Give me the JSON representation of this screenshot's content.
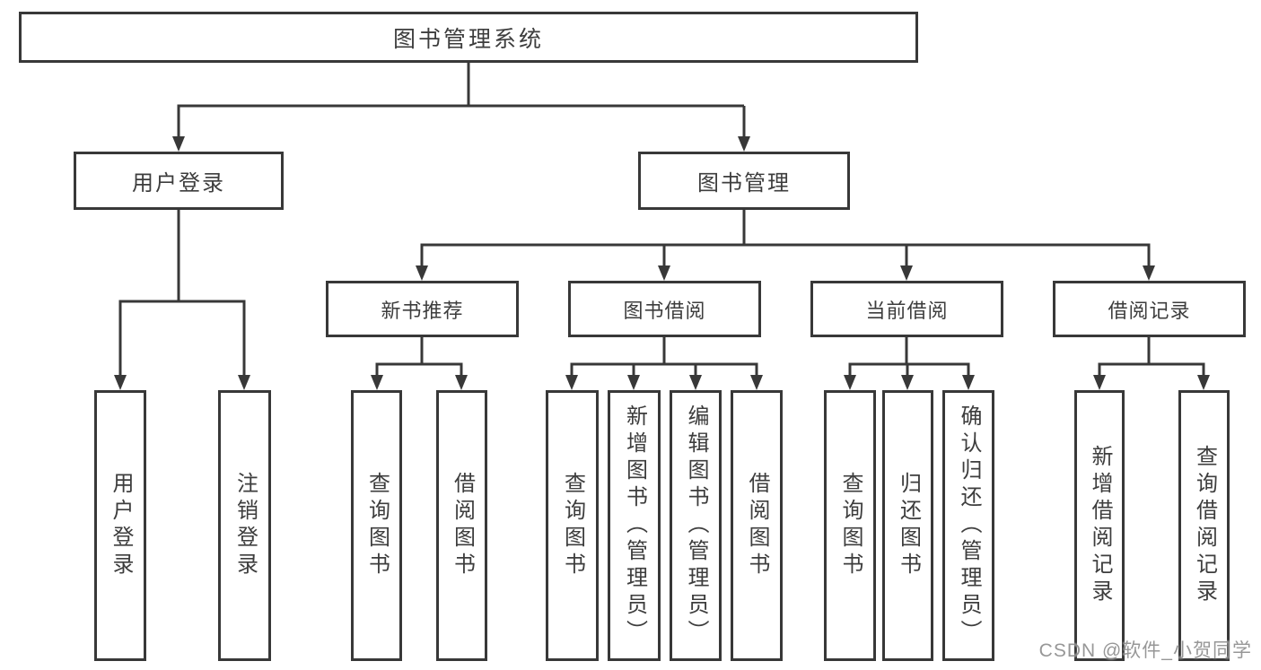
{
  "tree": {
    "label": "图书管理系统",
    "children": [
      {
        "label": "用户登录",
        "children": [
          {
            "label": "用户登录"
          },
          {
            "label": "注销登录"
          }
        ]
      },
      {
        "label": "图书管理",
        "children": [
          {
            "label": "新书推荐",
            "children": [
              {
                "label": "查询图书"
              },
              {
                "label": "借阅图书"
              }
            ]
          },
          {
            "label": "图书借阅",
            "children": [
              {
                "label": "查询图书"
              },
              {
                "label": "新增图书（管理员）"
              },
              {
                "label": "编辑图书（管理员）"
              },
              {
                "label": "借阅图书"
              }
            ]
          },
          {
            "label": "当前借阅",
            "children": [
              {
                "label": "查询图书"
              },
              {
                "label": "归还图书"
              },
              {
                "label": "确认归还（管理员）"
              }
            ]
          },
          {
            "label": "借阅记录",
            "children": [
              {
                "label": "新增借阅记录"
              },
              {
                "label": "查询借阅记录"
              }
            ]
          }
        ]
      }
    ]
  },
  "watermark": {
    "text": "CSDN @软件_小贺同学"
  },
  "colors": {
    "line": "#383838",
    "text": "#3d3d3d",
    "background": "#ffffff",
    "watermark": "#808080"
  }
}
